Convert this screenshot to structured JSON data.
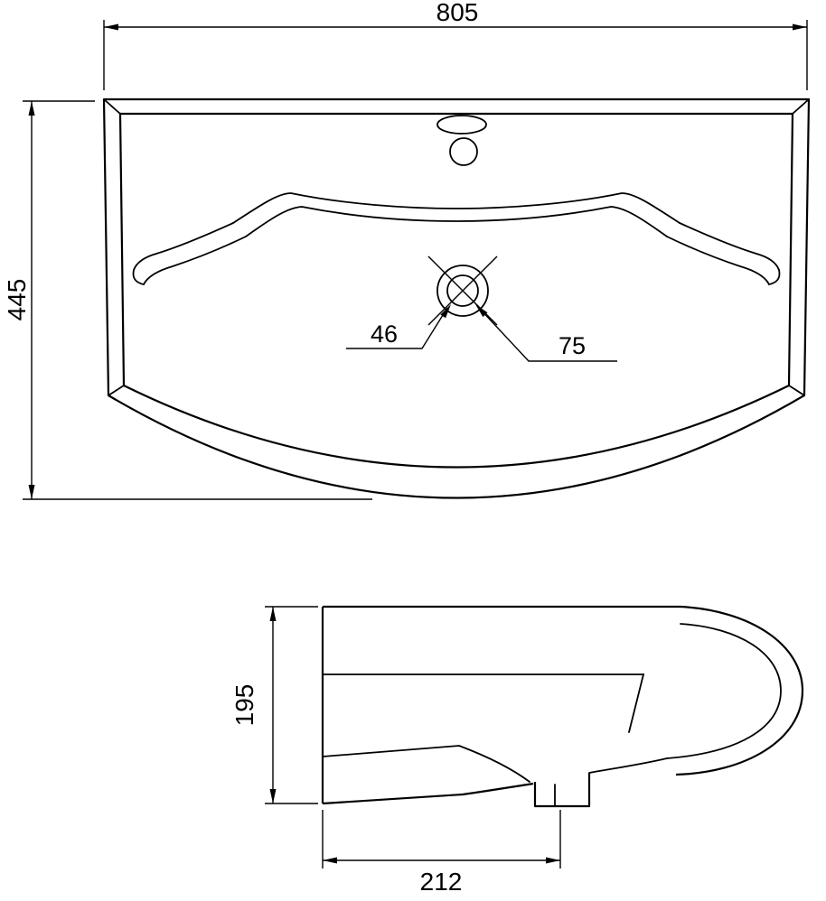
{
  "drawing": {
    "colors": {
      "line": "#000000",
      "background": "#ffffff"
    },
    "top_view": {
      "width": "805",
      "depth": "445",
      "drain_leader_left": "46",
      "drain_leader_right": "75"
    },
    "side_view": {
      "height": "195",
      "drain_offset": "212"
    }
  }
}
